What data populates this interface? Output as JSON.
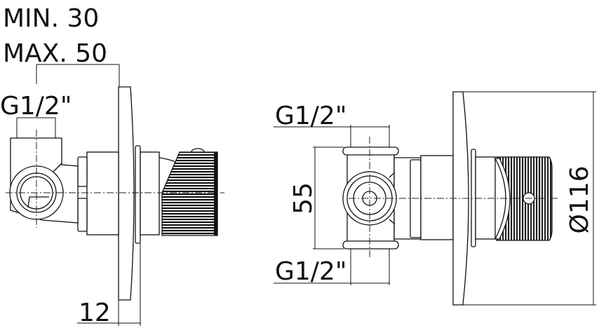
{
  "side_view": {
    "min_label": "MIN. 30",
    "max_label": "MAX. 50",
    "thread_label": "G1/2\"",
    "plate_depth_label": "12"
  },
  "front_view": {
    "thread_top_label": "G1/2\"",
    "thread_bottom_label": "G1/2\"",
    "spacing_label": "55",
    "diameter_label": "Ø116"
  }
}
